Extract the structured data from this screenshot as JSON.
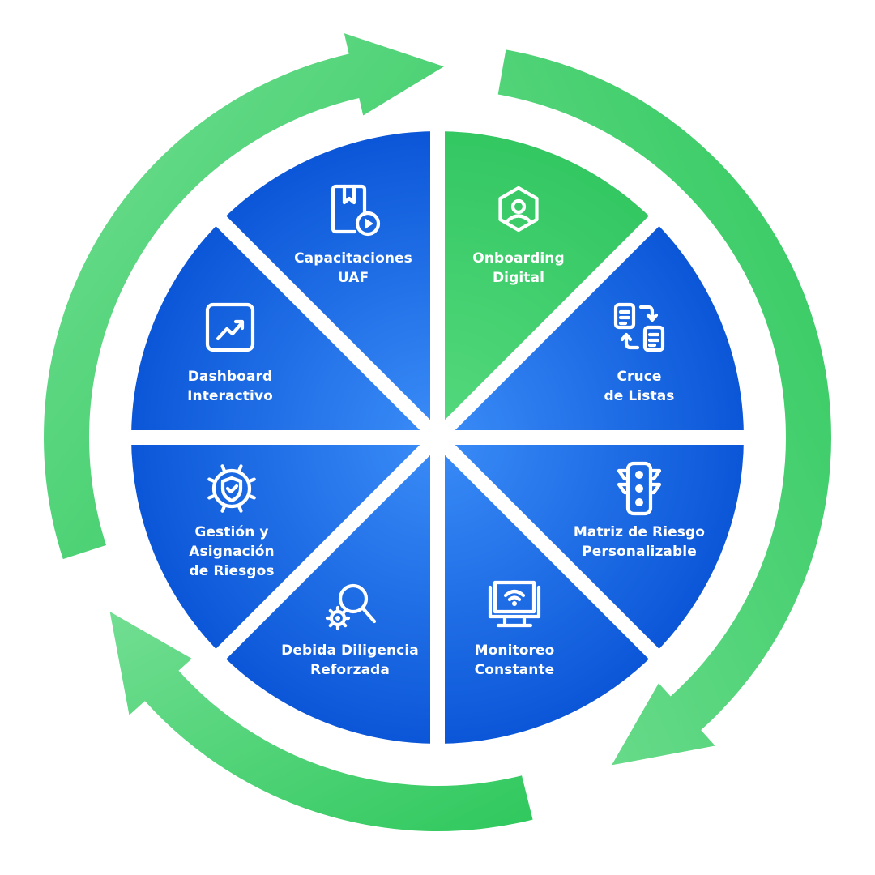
{
  "colors": {
    "segment_blue_center": "#3b8df8",
    "segment_blue_edge": "#0b56d8",
    "segment_green_center": "#55d97e",
    "segment_green_edge": "#33c762",
    "arrow_green_dark": "#2fc85d",
    "arrow_green_light": "#72de92",
    "divider": "#ffffff",
    "label_text": "#ffffff"
  },
  "segments": [
    {
      "id": "onboarding",
      "lines": [
        "Onboarding",
        "Digital"
      ],
      "icon": "user-hexagon-icon",
      "highlight": true
    },
    {
      "id": "cruce",
      "lines": [
        "Cruce",
        "de Listas"
      ],
      "icon": "document-swap-icon",
      "highlight": false
    },
    {
      "id": "matriz",
      "lines": [
        "Matriz de Riesgo",
        "Personalizable"
      ],
      "icon": "traffic-light-icon",
      "highlight": false
    },
    {
      "id": "monitoreo",
      "lines": [
        "Monitoreo",
        "Constante"
      ],
      "icon": "monitor-wifi-icon",
      "highlight": false
    },
    {
      "id": "debida",
      "lines": [
        "Debida Diligencia",
        "Reforzada"
      ],
      "icon": "magnifier-gear-icon",
      "highlight": false
    },
    {
      "id": "gestion",
      "lines": [
        "Gestión y",
        "Asignación",
        "de Riesgos"
      ],
      "icon": "shield-gear-icon",
      "highlight": false
    },
    {
      "id": "dashboard",
      "lines": [
        "Dashboard",
        "Interactivo"
      ],
      "icon": "chart-trend-icon",
      "highlight": false
    },
    {
      "id": "capacitaciones",
      "lines": [
        "Capacitaciones",
        "UAF"
      ],
      "icon": "book-play-icon",
      "highlight": false
    }
  ]
}
